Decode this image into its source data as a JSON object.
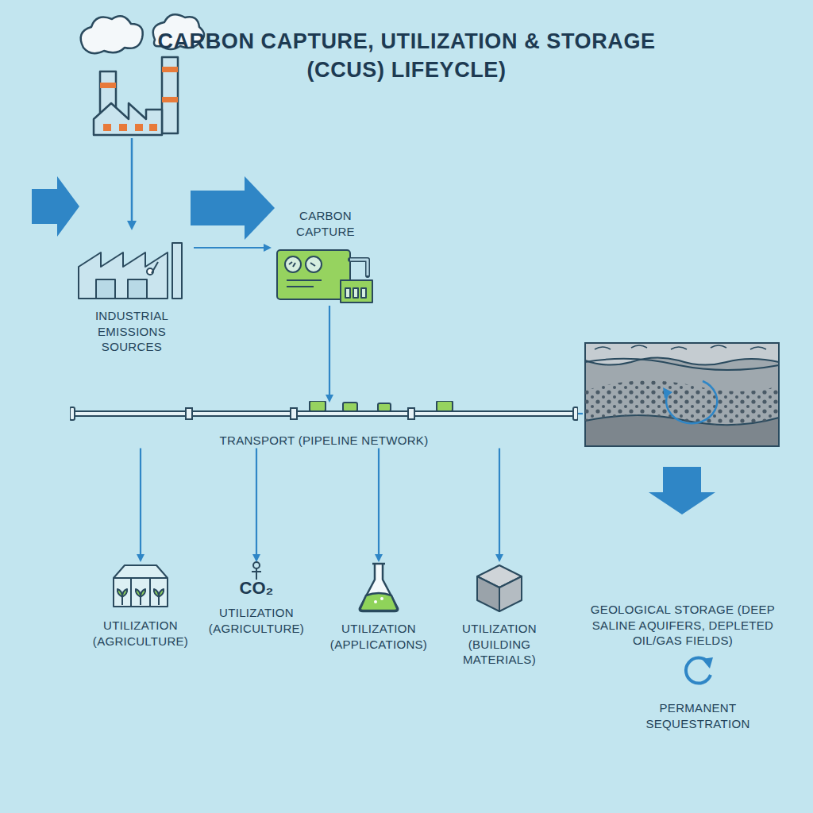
{
  "diagram": {
    "title": "CARBON CAPTURE, UTILIZATION & STORAGE (CCUS) LIFEYCLE)",
    "nodes": [
      {
        "text": [
          "INDUSTRIAL EMISSIONS SOURCES"
        ]
      },
      {
        "text": [
          "CARBON CAPTURE"
        ]
      },
      {
        "text": [
          "TRANSPORT (PIPELINE NETWORK)"
        ]
      },
      {
        "text": [
          "UTILIZATION (AGRICULTURE)"
        ]
      },
      {
        "text": [
          "UTILIZATION (AGRICULTURE)"
        ]
      },
      {
        "text": [
          "UTILIZATION (APPLICATIONS)"
        ]
      },
      {
        "text": [
          "UTILIZATION (BUILDING MATERIALS)"
        ]
      },
      {
        "text": [
          "GEOLOGICAL STORAGE (DEEP SALINE AQUIFERS, DEPLETED OIL/GAS FIELDS)"
        ]
      },
      {
        "text": [
          "PERMANENT SEQUESTRATION"
        ]
      }
    ],
    "edges": [
      {
        "from": 0,
        "to": 1,
        "arrow": "to"
      },
      {
        "from": 1,
        "to": 2,
        "arrow": "to"
      },
      {
        "from": 2,
        "to": 3,
        "arrow": "to"
      },
      {
        "from": 2,
        "to": 4,
        "arrow": "to"
      },
      {
        "from": 2,
        "to": 5,
        "arrow": "to"
      },
      {
        "from": 2,
        "to": 6,
        "arrow": "to"
      },
      {
        "from": 2,
        "to": 7,
        "arrow": "none"
      }
    ],
    "labels": [
      "CO₂"
    ]
  }
}
